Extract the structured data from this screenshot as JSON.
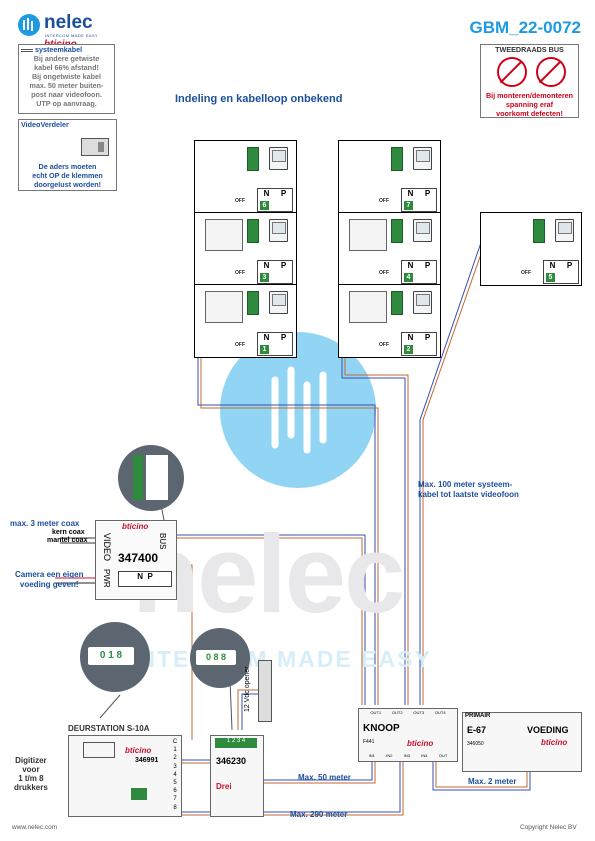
{
  "header": {
    "brand": "nelec",
    "brand_sub": "INTERCOM MADE EASY",
    "brand2": "bticino",
    "doc_id": "GBM_22-0072"
  },
  "note_kabel": {
    "heading": "systeemkabel",
    "lines": [
      "Bij andere getwiste",
      "kabel 66% afstand!",
      "Bij ongetwiste kabel",
      "max. 50 meter buiten-",
      "post naar videofoon.",
      "UTP op aanvraag."
    ]
  },
  "note_verdeler": {
    "heading": "VideoVerdeler",
    "lines": [
      "De aders moeten",
      "echt OP de klemmen",
      "doorgelust worden!"
    ]
  },
  "note_bus": {
    "heading": "TWEEDRAADS BUS",
    "lines": [
      "Bij monteren/demonteren",
      "spanning eraf",
      "voorkomt defecten!"
    ]
  },
  "title": "Indeling en kabelloop onbekend",
  "apartments": [
    {
      "number": "6"
    },
    {
      "number": "3"
    },
    {
      "number": "1"
    },
    {
      "number": "7"
    },
    {
      "number": "4"
    },
    {
      "number": "2"
    },
    {
      "number": "5"
    }
  ],
  "np_labels": {
    "n": "N",
    "p": "P",
    "off": "OFF"
  },
  "max100": [
    "Max. 100 meter systeem-",
    "kabel tot laatste videofoon"
  ],
  "coax_notes": {
    "max3": "max. 3 meter coax",
    "kern": "kern coax",
    "mantel": "mantel coax",
    "camera": [
      "Camera een eigen",
      "voeding geven!"
    ]
  },
  "module_347400": {
    "code": "347400",
    "video": "VIDEO",
    "pwr": "PWR",
    "bus": "BUS",
    "brand": "bticino"
  },
  "doorstation": {
    "title": "DEURSTATION S-10A",
    "code": "346991",
    "brand": "bticino",
    "digitizer": [
      "Digitizer",
      "voor",
      "1 t/m 8",
      "drukkers"
    ],
    "rows": [
      "C",
      "1",
      "2",
      "3",
      "4",
      "5",
      "6",
      "7",
      "8"
    ]
  },
  "module_346230": {
    "code": "346230",
    "top": "1 2 3 4",
    "drei": "Drei"
  },
  "opener": "12 Vdc opener",
  "knoop": {
    "title": "KNOOP",
    "code": "F441",
    "brand": "bticino",
    "outs": [
      "OUT1",
      "OUT2",
      "OUT3",
      "OUT4"
    ],
    "ins": [
      "IN1",
      "IN2",
      "IN3",
      "IN4",
      "OUT"
    ]
  },
  "voeding": {
    "primair": "PRIMAIR",
    "title": "E-67",
    "subtitle": "VOEDING",
    "code": "346050",
    "brand": "bticino"
  },
  "distances": {
    "max50": "Max. 50 meter",
    "max290": "Max. 290 meter",
    "max2": "Max. 2 meter"
  },
  "display_zoom": {
    "left": "0 1 8",
    "right": "0 8 8"
  },
  "footer": {
    "left": "www.nelec.com",
    "right": "Copyright Nelec BV"
  },
  "watermark": {
    "word": "nelec",
    "tagline": "INTERCOM MADE EASY"
  },
  "colors": {
    "blue": "#1b4f9c",
    "light_blue": "#1e9be0",
    "red": "#d0021b",
    "green": "#2e8b3e",
    "wire_orange": "#c06a30",
    "wire_blue": "#3a4fb0"
  }
}
